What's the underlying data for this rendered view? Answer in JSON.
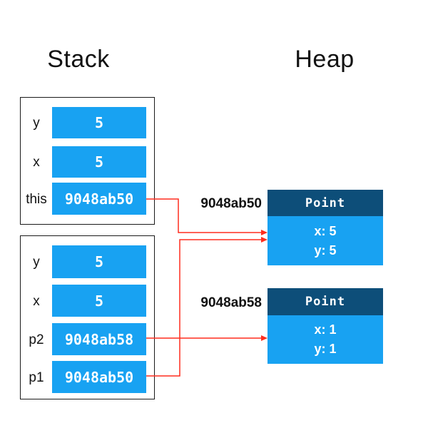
{
  "titles": {
    "stack": "Stack",
    "heap": "Heap"
  },
  "colors": {
    "cell_blue": "#18A2F2",
    "header_blue": "#0D4E79",
    "arrow_red": "#FF2D1E",
    "frame_border": "#1a1a1a"
  },
  "stack_frames": [
    {
      "slots": [
        {
          "label": "y",
          "value": "5"
        },
        {
          "label": "x",
          "value": "5"
        },
        {
          "label": "this",
          "value": "9048ab50"
        }
      ]
    },
    {
      "slots": [
        {
          "label": "y",
          "value": "5"
        },
        {
          "label": "x",
          "value": "5"
        },
        {
          "label": "p2",
          "value": "9048ab58"
        },
        {
          "label": "p1",
          "value": "9048ab50"
        }
      ]
    }
  ],
  "heap_objects": [
    {
      "address": "9048ab50",
      "class_name": "Point",
      "fields": [
        "x: 5",
        "y: 5"
      ]
    },
    {
      "address": "9048ab58",
      "class_name": "Point",
      "fields": [
        "x: 1",
        "y: 1"
      ]
    }
  ],
  "references": [
    {
      "from": "this",
      "to": "9048ab50"
    },
    {
      "from": "p2",
      "to": "9048ab58"
    },
    {
      "from": "p1",
      "to": "9048ab50"
    }
  ]
}
